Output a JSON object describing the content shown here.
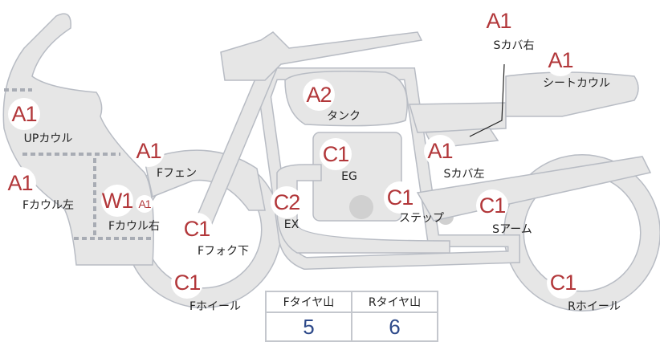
{
  "parts": [
    {
      "grade": "A1",
      "label": "UPカウル"
    },
    {
      "grade": "A1",
      "label": "Fカウル左"
    },
    {
      "grade": "W1",
      "grade2": "A1",
      "label": "Fカウル右"
    },
    {
      "grade": "A1",
      "label": "Fフェン"
    },
    {
      "grade": "C1",
      "label": "Fフォク下"
    },
    {
      "grade": "C1",
      "label": "Fホイール"
    },
    {
      "grade": "C2",
      "label": "EX"
    },
    {
      "grade": "A2",
      "label": "タンク"
    },
    {
      "grade": "C1",
      "label": "EG"
    },
    {
      "grade": "C1",
      "label": "ステップ"
    },
    {
      "grade": "A1",
      "label": "Sカバ左"
    },
    {
      "grade": "C1",
      "label": "Sアーム"
    },
    {
      "grade": "A1",
      "label": "Sカバ右"
    },
    {
      "grade": "A1",
      "label": "シートカウル"
    },
    {
      "grade": "C1",
      "label": "Rホイール"
    }
  ],
  "tire": {
    "front_label": "Fタイヤ山",
    "rear_label": "Rタイヤ山",
    "front_value": "5",
    "rear_value": "6"
  }
}
